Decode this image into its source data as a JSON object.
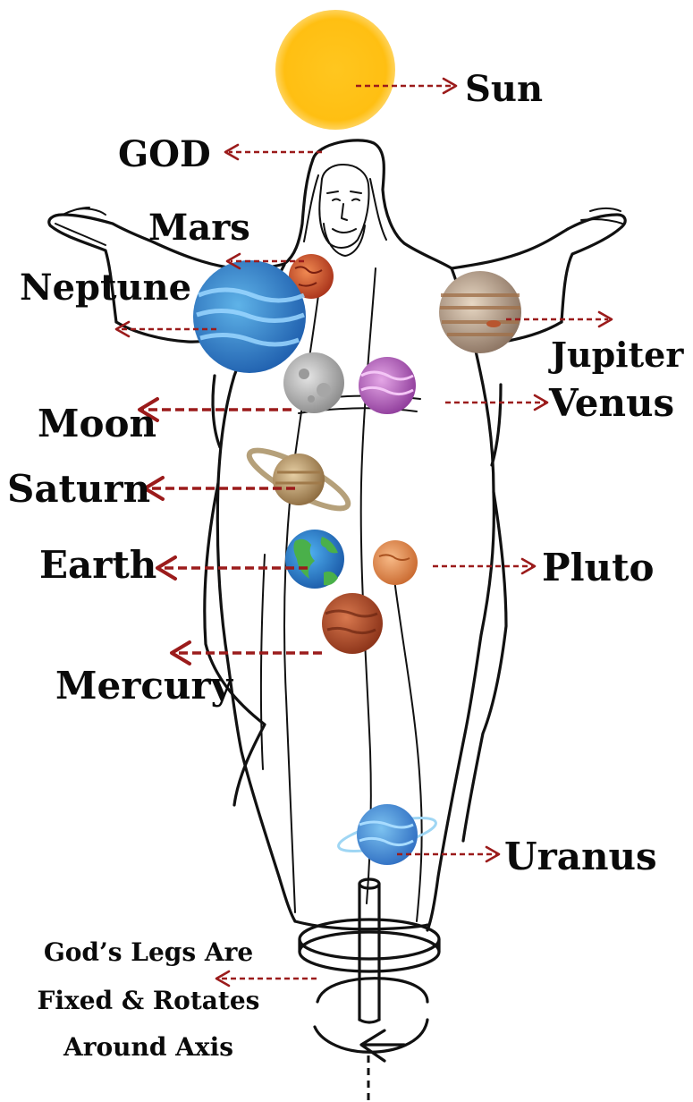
{
  "labels": {
    "sun": "Sun",
    "god": "GOD",
    "mars": "Mars",
    "neptune": "Neptune",
    "jupiter": "Jupiter",
    "moon": "Moon",
    "venus": "Venus",
    "saturn": "Saturn",
    "earth": "Earth",
    "pluto": "Pluto",
    "mercury": "Mercury",
    "uranus": "Uranus",
    "legs_line1": "God’s  Legs Are",
    "legs_line2": "Fixed & Rotates",
    "legs_line3": "Around Axis"
  },
  "colors": {
    "arrow": "#9b1b1b",
    "sun": "#ffc21a",
    "text": "#0a0a0a"
  }
}
